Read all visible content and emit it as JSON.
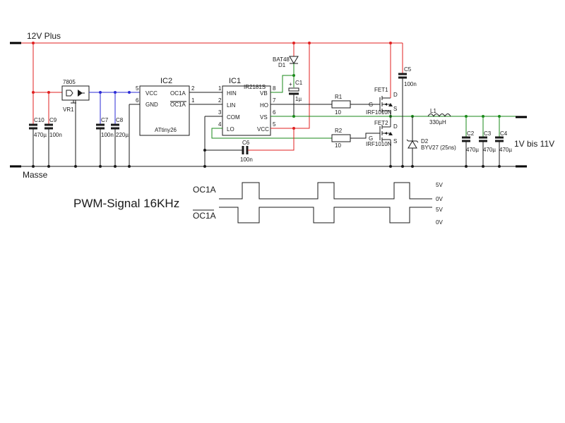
{
  "rails": {
    "supply_label": "12V Plus",
    "ground_label": "Masse",
    "output_label": "1V bis 11V"
  },
  "regulator": {
    "name": "7805",
    "ref": "VR1"
  },
  "caps_input": [
    {
      "ref": "C10",
      "value": "470µ"
    },
    {
      "ref": "C9",
      "value": "100n"
    },
    {
      "ref": "C7",
      "value": "100n"
    },
    {
      "ref": "C8",
      "value": "220µ"
    }
  ],
  "ic2": {
    "ref": "IC2",
    "part": "ATtiny26",
    "pins": {
      "vcc": "VCC",
      "gnd": "GND",
      "oc1a": "OC1A",
      "oc1a_n": "OC1A"
    },
    "pin_numbers": {
      "vcc": "5",
      "gnd": "6",
      "oc1a": "2",
      "oc1a_n": "1"
    }
  },
  "ic1": {
    "ref": "IC1",
    "part": "IR2181S",
    "left_pins": [
      {
        "num": "1",
        "name": "HIN"
      },
      {
        "num": "2",
        "name": "LIN"
      },
      {
        "num": "3",
        "name": "COM"
      },
      {
        "num": "4",
        "name": "LO"
      }
    ],
    "right_pins": [
      {
        "num": "8",
        "name": "VB"
      },
      {
        "num": "7",
        "name": "HO"
      },
      {
        "num": "6",
        "name": "VS"
      },
      {
        "num": "5",
        "name": "VCC"
      }
    ]
  },
  "diode_d1": {
    "part": "BAT48",
    "ref": "D1"
  },
  "cap_c1": {
    "ref": "C1",
    "value": "1µ",
    "polarity": "+"
  },
  "cap_c5": {
    "ref": "C5",
    "value": "100n"
  },
  "cap_c6": {
    "ref": "C6",
    "value": "100n"
  },
  "resistors": [
    {
      "ref": "R1",
      "value": "10"
    },
    {
      "ref": "R2",
      "value": "10"
    }
  ],
  "fets": [
    {
      "ref": "FET1",
      "part": "IRF1010N",
      "gate": "G",
      "drain": "D",
      "source": "S"
    },
    {
      "ref": "FET2",
      "part": "IRF1010N",
      "gate": "G",
      "drain": "D",
      "source": "S"
    }
  ],
  "inductor": {
    "ref": "L1",
    "value": "330µH"
  },
  "diode_d2": {
    "ref": "D2",
    "part": "BYV27 (25ns)"
  },
  "caps_output": [
    {
      "ref": "C2",
      "value": "470µ"
    },
    {
      "ref": "C3",
      "value": "470µ"
    },
    {
      "ref": "C4",
      "value": "470µ"
    }
  ],
  "pwm": {
    "title": "PWM-Signal 16KHz",
    "signal1": "OC1A",
    "signal2": "OC1A",
    "high_level": "5V",
    "low_level": "0V"
  },
  "colors": {
    "supply": "#e02020",
    "logic_supply": "#2b2bd6",
    "switch_node": "#1a8a1a",
    "wire": "#1a1a1a"
  }
}
